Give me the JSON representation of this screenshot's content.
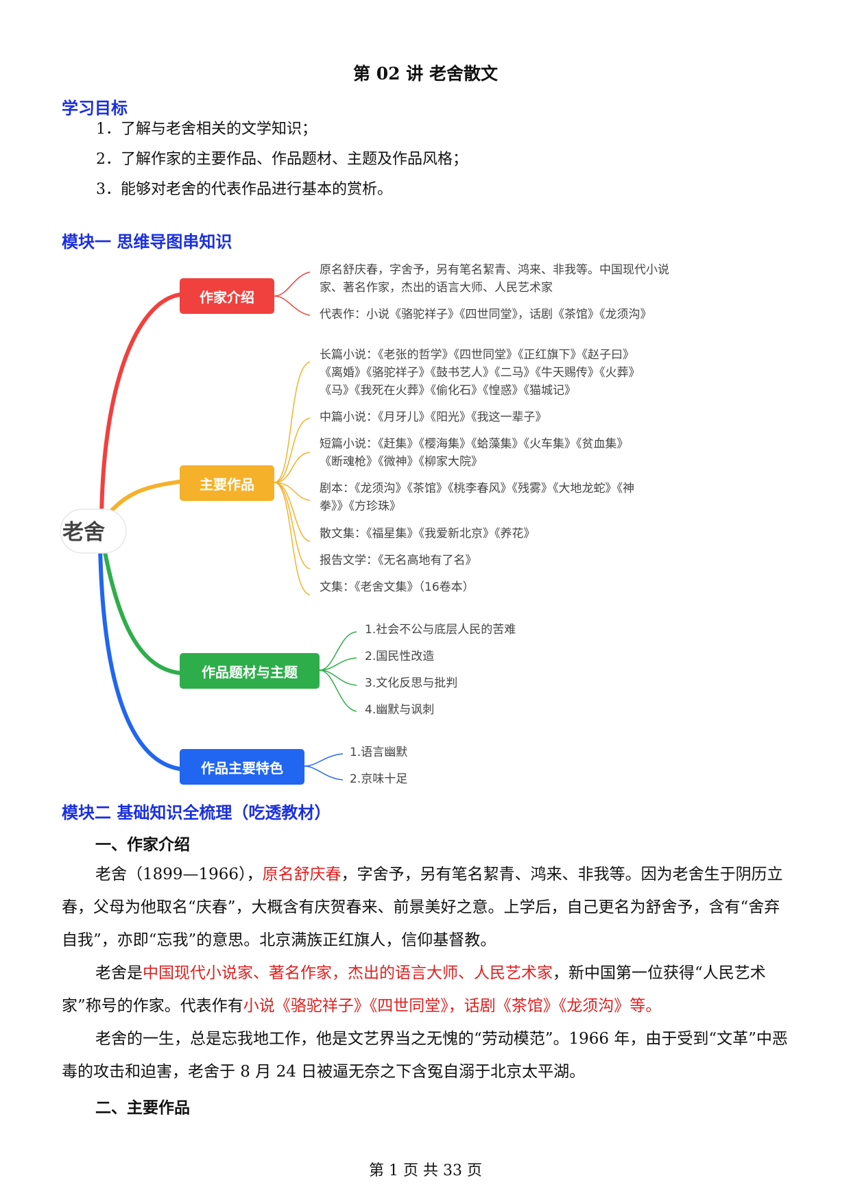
{
  "title": "第 02 讲  老舍散文",
  "objectives": {
    "heading": "学习目标",
    "items": [
      "1．了解与老舍相关的文学知识；",
      "2．了解作家的主要作品、作品题材、主题及作品风格；",
      "3．能够对老舍的代表作品进行基本的赏析。"
    ]
  },
  "module1": {
    "heading": "模块一    思维导图串知识"
  },
  "mindmap": {
    "root": "老舍",
    "colors": {
      "red": "#f0413e",
      "orange": "#f5b12a",
      "green": "#2eae4a",
      "blue": "#2166f0",
      "root_text": "#444444"
    },
    "branches": [
      {
        "label": "作家介绍",
        "color": "#f0413e",
        "leaves": [
          "原名舒庆春，字舍予，另有笔名絜青、鸿来、非我等。中国现代小说",
          "家、著名作家，杰出的语言大师、人民艺术家",
          "代表作：小说《骆驼祥子》《四世同堂》，话剧《茶馆》《龙须沟》"
        ]
      },
      {
        "label": "主要作品",
        "color": "#f5b12a",
        "leaves": [
          "长篇小说：《老张的哲学》《四世同堂》《正红旗下》《赵子曰》",
          "《离婚》《骆驼祥子》《鼓书艺人》《二马》《牛天赐传》《火葬》",
          "《马》《我死在火葬》《偷化石》《惶惑》《猫城记》",
          "中篇小说：《月牙儿》《阳光》《我这一辈子》",
          "短篇小说：《赶集》《樱海集》《蛤藻集》《火车集》《贫血集》",
          "《断魂枪》《微神》《柳家大院》",
          "剧本：《龙须沟》《茶馆》《桃李春风》《残雾》《大地龙蛇》《神",
          "拳》》《方珍珠》",
          "散文集：《福星集》《我爱新北京》《养花》",
          "报告文学：《无名高地有了名》",
          "文集：《老舍文集》（16卷本）"
        ]
      },
      {
        "label": "作品题材与主题",
        "color": "#2eae4a",
        "leaves": [
          "1.社会不公与底层人民的苦难",
          "2.国民性改造",
          "3.文化反思与批判",
          "4.幽默与讽刺"
        ]
      },
      {
        "label": "作品主要特色",
        "color": "#2166f0",
        "leaves": [
          "1.语言幽默",
          "2.京味十足"
        ]
      }
    ]
  },
  "module2": {
    "heading": "模块二    基础知识全梳理（吃透教材）",
    "section1": "一、作家介绍",
    "p1": {
      "a": "老舍（1899—1966），",
      "b": "原名舒庆春",
      "c": "，字舍予，另有笔名絜青、鸿来、非我等。因为老舍生于阴历立春，父母为他取名“庆春”，大概含有庆贺春来、前景美好之意。上学后，自己更名为舒舍予，含有“舍弃自我”，亦即“忘我”的意思。北京满族正红旗人，信仰基督教。"
    },
    "p2": {
      "a": "老舍是",
      "b": "中国现代小说家、著名作家，杰出的语言大师、人民艺术家",
      "c": "，新中国第一位获得“人民艺术家”称号的作家。代表作有",
      "d": "小说《骆驼祥子》《四世同堂》，话剧《茶馆》《龙须沟》等。"
    },
    "p3": "老舍的一生，总是忘我地工作，他是文艺界当之无愧的“劳动模范”。1966 年，由于受到“文革”中恶毒的攻击和迫害，老舍于 8 月 24 日被逼无奈之下含冤自溺于北京太平湖。",
    "section2": "二、主要作品"
  },
  "footer": "第  1  页  共  33  页"
}
